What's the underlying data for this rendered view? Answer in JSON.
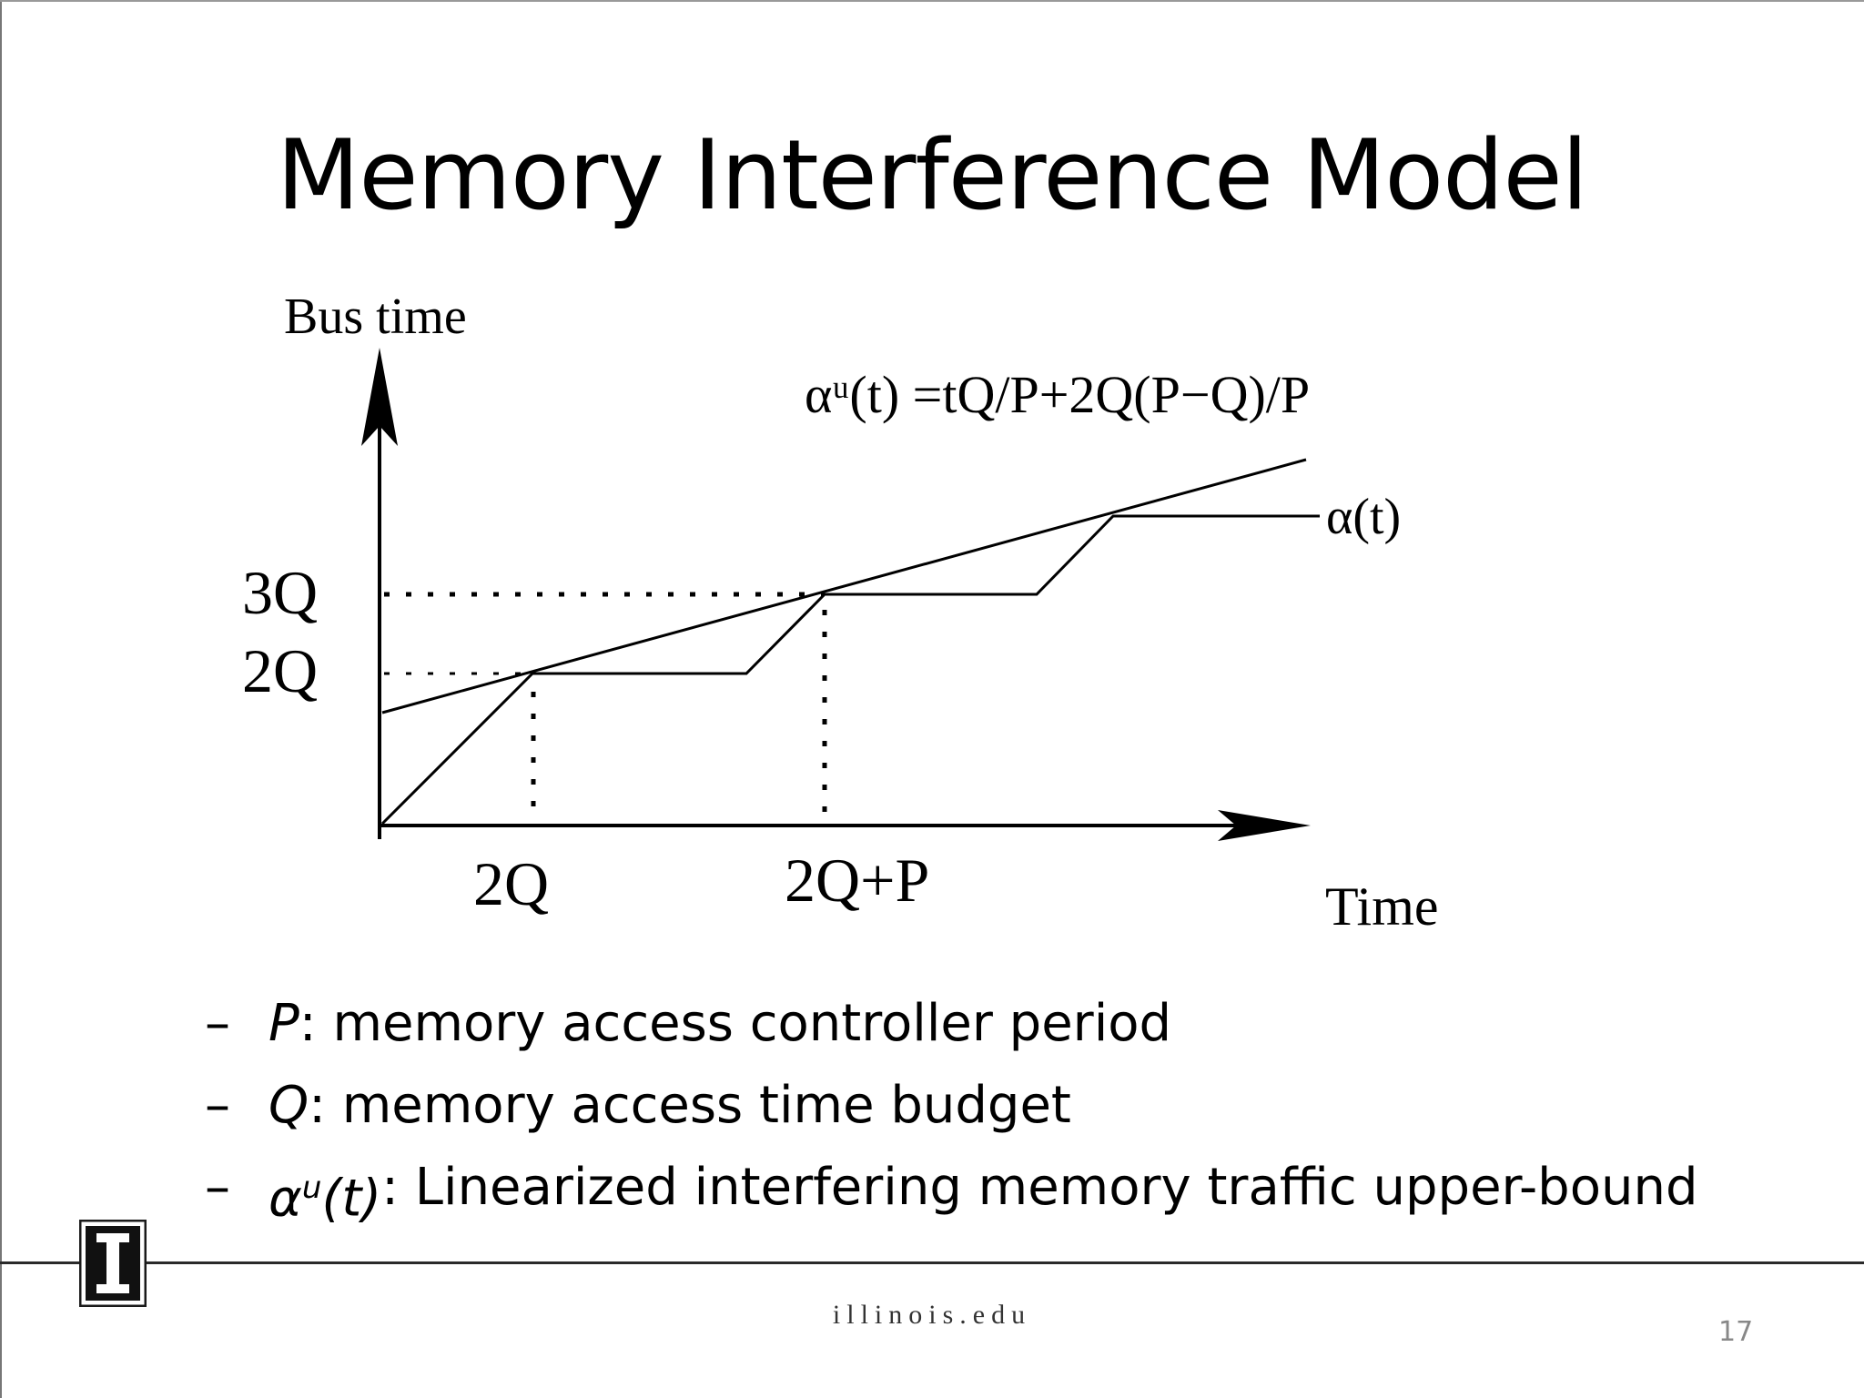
{
  "slide": {
    "title": "Memory Interference Model",
    "page_number": "17",
    "footer_url": "illinois.edu"
  },
  "diagram": {
    "y_axis_label": "Bus time",
    "x_axis_label": "Time",
    "equation": "αᵘ(t) =tQ/P+2Q(P−Q)/P",
    "curve_label": "α(t)",
    "y_ticks": [
      "3Q",
      "2Q"
    ],
    "x_ticks": [
      "2Q",
      "2Q+P"
    ]
  },
  "bullets": [
    {
      "symbol": "P",
      "sup": "",
      "suffix": "",
      "text": " : memory access controller period"
    },
    {
      "symbol": "Q",
      "sup": "",
      "suffix": "",
      "text": ": memory access time budget"
    },
    {
      "symbol": "α",
      "sup": "u",
      "suffix": "(t)",
      "text": ": Linearized interfering memory traffic upper-bound"
    }
  ],
  "colors": {
    "text": "#000000",
    "rule": "#2a2a2a",
    "page_number": "#888888"
  }
}
